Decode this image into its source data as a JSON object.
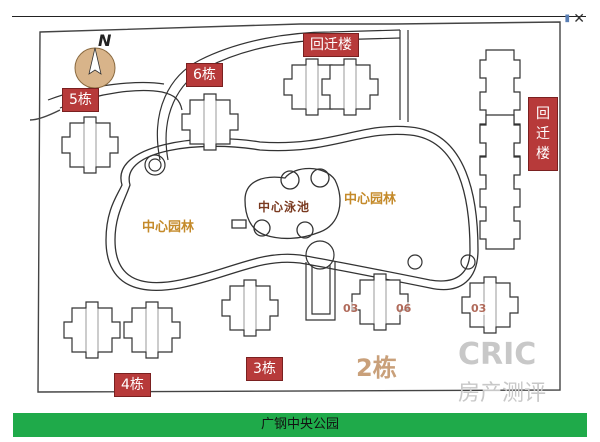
{
  "window": {
    "minimize_icon": "restore-icon",
    "close_icon": "close-icon"
  },
  "compass": {
    "label": "N"
  },
  "labels": {
    "b5": "5栋",
    "b6": "6栋",
    "relocation_top": "回迁楼",
    "relocation_right": "回迁楼",
    "b4": "4栋",
    "b3": "3栋"
  },
  "map_text": {
    "park_left": "中心园林",
    "park_right": "中心园林",
    "pond": "中心泳池",
    "building2": "2栋",
    "unit_03a": "03",
    "unit_06": "06",
    "unit_03b": "03"
  },
  "watermark": {
    "top": "CRIC",
    "bottom": "房产测评"
  },
  "footer": {
    "title": "广钢中央公园"
  },
  "colors": {
    "label_bg": "#b73a3a",
    "footer_bg": "#1faa4a",
    "park_text": "#c48a2a"
  }
}
